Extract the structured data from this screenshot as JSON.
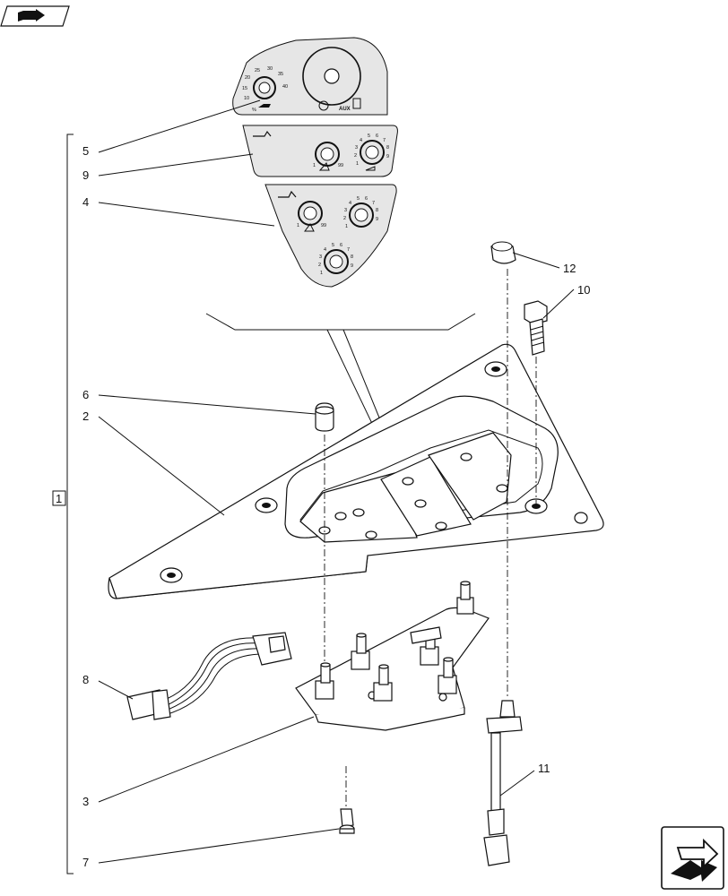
{
  "callouts": {
    "c1": "1",
    "c2": "2",
    "c3": "3",
    "c4": "4",
    "c5": "5",
    "c6": "6",
    "c7": "7",
    "c8": "8",
    "c9": "9",
    "c10": "10",
    "c11": "11",
    "c12": "12"
  },
  "panel5": {
    "scale": [
      "10",
      "15",
      "20",
      "25",
      "30",
      "35",
      "40"
    ],
    "percent": "%",
    "aux": "AUX"
  },
  "panel9": {
    "left_scale": [
      "1",
      "99"
    ],
    "right_scale": [
      "1",
      "2",
      "3",
      "4",
      "5",
      "6",
      "7",
      "8",
      "9"
    ]
  },
  "panel4": {
    "left_scale": [
      "1",
      "99"
    ],
    "right_scale": [
      "1",
      "2",
      "3",
      "4",
      "5",
      "6",
      "7",
      "8",
      "9"
    ],
    "bottom_scale": [
      "1",
      "2",
      "3",
      "4",
      "5",
      "6",
      "7",
      "8",
      "9"
    ]
  },
  "icons": {
    "top_left": "book-arrow-icon",
    "bottom_right": "next-page-arrow-icon"
  }
}
